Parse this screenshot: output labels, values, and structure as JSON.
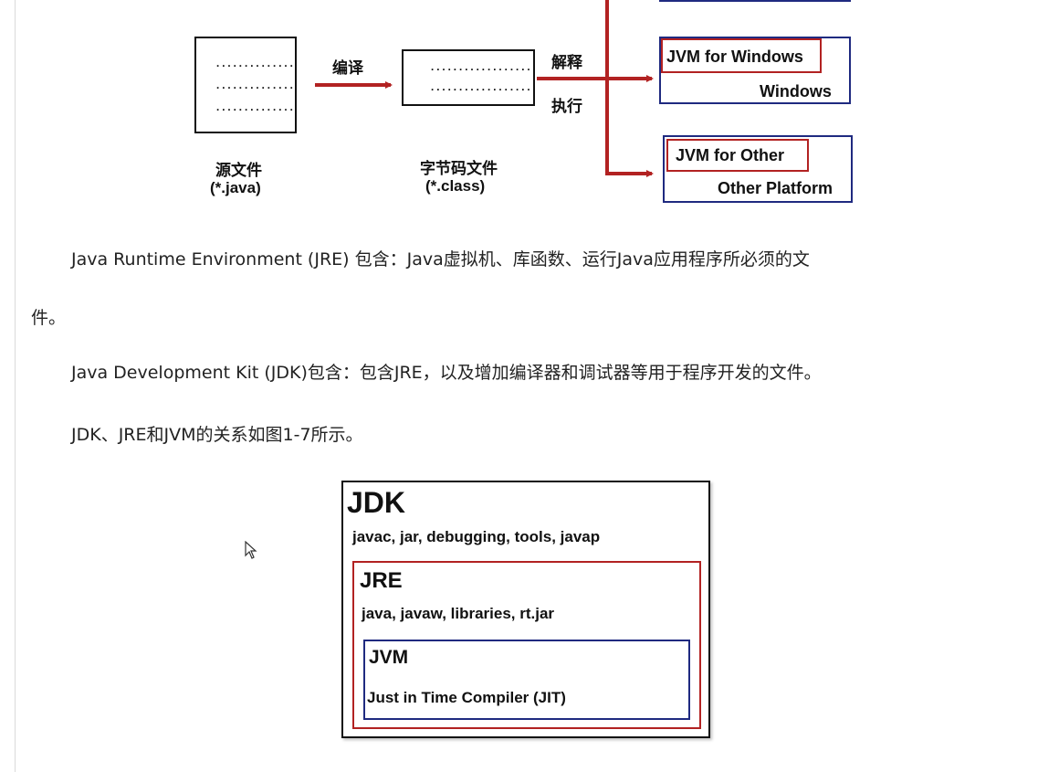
{
  "flow": {
    "source_caption": "源文件",
    "source_ext": "(*.java)",
    "compile_label": "编译",
    "bytecode_caption": "字节码文件",
    "bytecode_ext": "(*.class)",
    "interpret_label": "解释",
    "execute_label": "执行",
    "source_dots": [
      "..............",
      "..............",
      ".............."
    ],
    "bytecode_dots": [
      "..................",
      ".................."
    ],
    "targets": [
      {
        "jvm": "JVM for Windows",
        "platform": "Windows"
      },
      {
        "jvm": "JVM for Other",
        "platform": "Other Platform"
      }
    ]
  },
  "text": {
    "jre_line1": "Java Runtime Environment (JRE) 包含：Java虚拟机、库函数、运行Java应用程序所必须的文",
    "jre_line2": "件。",
    "jdk_line": "Java  Development Kit (JDK)包含：包含JRE，以及增加编译器和调试器等用于程序开发的文件。",
    "relation_line": "JDK、JRE和JVM的关系如图1-7所示。"
  },
  "nested": {
    "jdk_title": "JDK",
    "jdk_tools": "javac, jar, debugging, tools, javap",
    "jre_title": "JRE",
    "jre_tools": "java, javaw, libraries, rt.jar",
    "jvm_title": "JVM",
    "jvm_desc": "Just in Time Compiler (JIT)"
  },
  "colors": {
    "red": "#b22222",
    "blue": "#1f2a80",
    "black": "#111111"
  }
}
